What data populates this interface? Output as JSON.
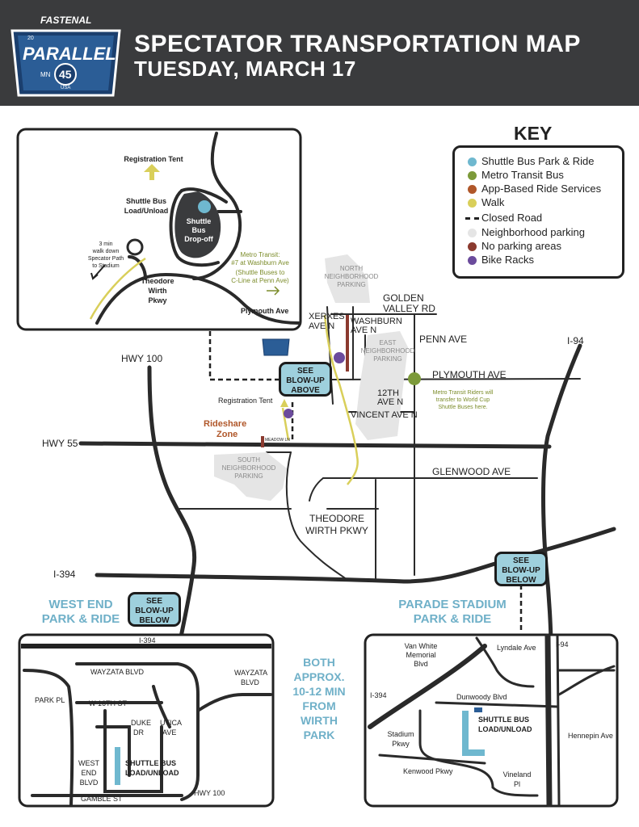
{
  "header": {
    "title": "SPECTATOR TRANSPORTATION MAP",
    "subtitle": "TUESDAY, MARCH 17",
    "logo_brand": "FASTENAL",
    "logo_name": "PARALLEL",
    "logo_number": "45",
    "logo_state": "MN",
    "logo_country": "USA",
    "logo_year": "20"
  },
  "key": {
    "title": "KEY",
    "items": [
      {
        "label": "Shuttle Bus Park & Ride",
        "color": "#6fb8cf"
      },
      {
        "label": "Metro Transit Bus",
        "color": "#7c9a3a"
      },
      {
        "label": "App-Based Ride Services",
        "color": "#b0572a"
      },
      {
        "label": "Walk",
        "color": "#d9cf5a"
      },
      {
        "label": "Closed Road",
        "color": "#222222"
      },
      {
        "label": "Neighborhood parking",
        "color": "#e5e5e5"
      },
      {
        "label": "No parking areas",
        "color": "#8b3a2f"
      },
      {
        "label": "Bike Racks",
        "color": "#6b4b9c"
      }
    ]
  },
  "inset_top": {
    "registration_tent": "Registration Tent",
    "shuttle_load_1": "Shuttle Bus",
    "shuttle_load_2": "Load/Unload",
    "dropoff_1": "Shuttle",
    "dropoff_2": "Bus",
    "dropoff_3": "Drop-off",
    "walk_1": "3 min",
    "walk_2": "walk down",
    "walk_3": "Specator Path",
    "walk_4": "to Stadium",
    "tw_1": "Theodore",
    "tw_2": "Wirth",
    "tw_3": "Pkwy",
    "metro_1": "Metro Transit:",
    "metro_2": "#7 at Washburn Ave",
    "metro_3": "(Shuttle Buses to",
    "metro_4": "C-Line at Penn Ave)",
    "plymouth": "Plymouth Ave"
  },
  "main_map": {
    "north_parking_1": "NORTH",
    "north_parking_2": "NEIGHBORHOOD",
    "north_parking_3": "PARKING",
    "golden_valley_1": "GOLDEN",
    "golden_valley_2": "VALLEY RD",
    "xerxes_1": "XERXES",
    "xerxes_2": "AVE N",
    "washburn_1": "WASHBURN",
    "washburn_2": "AVE N",
    "penn": "PENN AVE",
    "i94": "I-94",
    "east_parking_1": "EAST",
    "east_parking_2": "NEIGHBORHOOD",
    "east_parking_3": "PARKING",
    "hwy100": "HWY 100",
    "plymouth_ave": "PLYMOUTH AVE",
    "registration_tent": "Registration Tent",
    "twelfth_1": "12TH",
    "twelfth_2": "AVE N",
    "vincent": "VINCENT AVE N",
    "metro_note_1": "Metro Transit Riders will",
    "metro_note_2": "transfer to World Cup",
    "metro_note_3": "Shuttle Buses here.",
    "rideshare_1": "Rideshare",
    "rideshare_2": "Zone",
    "meadow": "MEADOW LN",
    "hwy55": "HWY 55",
    "south_parking_1": "SOUTH",
    "south_parking_2": "NEIGHBORHOOD",
    "south_parking_3": "PARKING",
    "glenwood": "GLENWOOD AVE",
    "theodore_1": "THEODORE",
    "theodore_2": "WIRTH PKWY",
    "i394": "I-394",
    "west_end_1": "WEST END",
    "west_end_2": "PARK & RIDE",
    "parade_1": "PARADE STADIUM",
    "parade_2": "PARK & RIDE",
    "both_1": "BOTH",
    "both_2": "APPROX.",
    "both_3": "10-12 MIN",
    "both_4": "FROM",
    "both_5": "WIRTH",
    "both_6": "PARK"
  },
  "callouts": {
    "above_1": "SEE",
    "above_2": "BLOW-UP",
    "above_3": "ABOVE",
    "below_left_1": "SEE",
    "below_left_2": "BLOW-UP",
    "below_left_3": "BELOW",
    "below_right_1": "SEE",
    "below_right_2": "BLOW-UP",
    "below_right_3": "BELOW"
  },
  "inset_left": {
    "i394": "I-394",
    "wayzata_blvd": "WAYZATA BLVD",
    "wayzata_2_1": "WAYZATA",
    "wayzata_2_2": "BLVD",
    "park_pl": "PARK PL",
    "w16th": "W 16TH ST",
    "duke_1": "DUKE",
    "duke_2": "DR",
    "utica_1": "UTICA",
    "utica_2": "AVE",
    "west_end_blvd_1": "WEST",
    "west_end_blvd_2": "END",
    "west_end_blvd_3": "BLVD",
    "shuttle_1": "SHUTTLE BUS",
    "shuttle_2": "LOAD/UNLOAD",
    "gamble": "GAMBLE ST",
    "hwy100": "HWY 100"
  },
  "inset_right": {
    "van_white_1": "Van White",
    "van_white_2": "Memorial",
    "van_white_3": "Blvd",
    "lyndale": "Lyndale Ave",
    "i94": "I-94",
    "i394": "I-394",
    "dunwoody": "Dunwoody Blvd",
    "shuttle_1": "SHUTTLE BUS",
    "shuttle_2": "LOAD/UNLOAD",
    "stadium_1": "Stadium",
    "stadium_2": "Pkwy",
    "hennepin": "Hennepin Ave",
    "kenwood": "Kenwood Pkwy",
    "vineland_1": "Vineland",
    "vineland_2": "Pl"
  }
}
